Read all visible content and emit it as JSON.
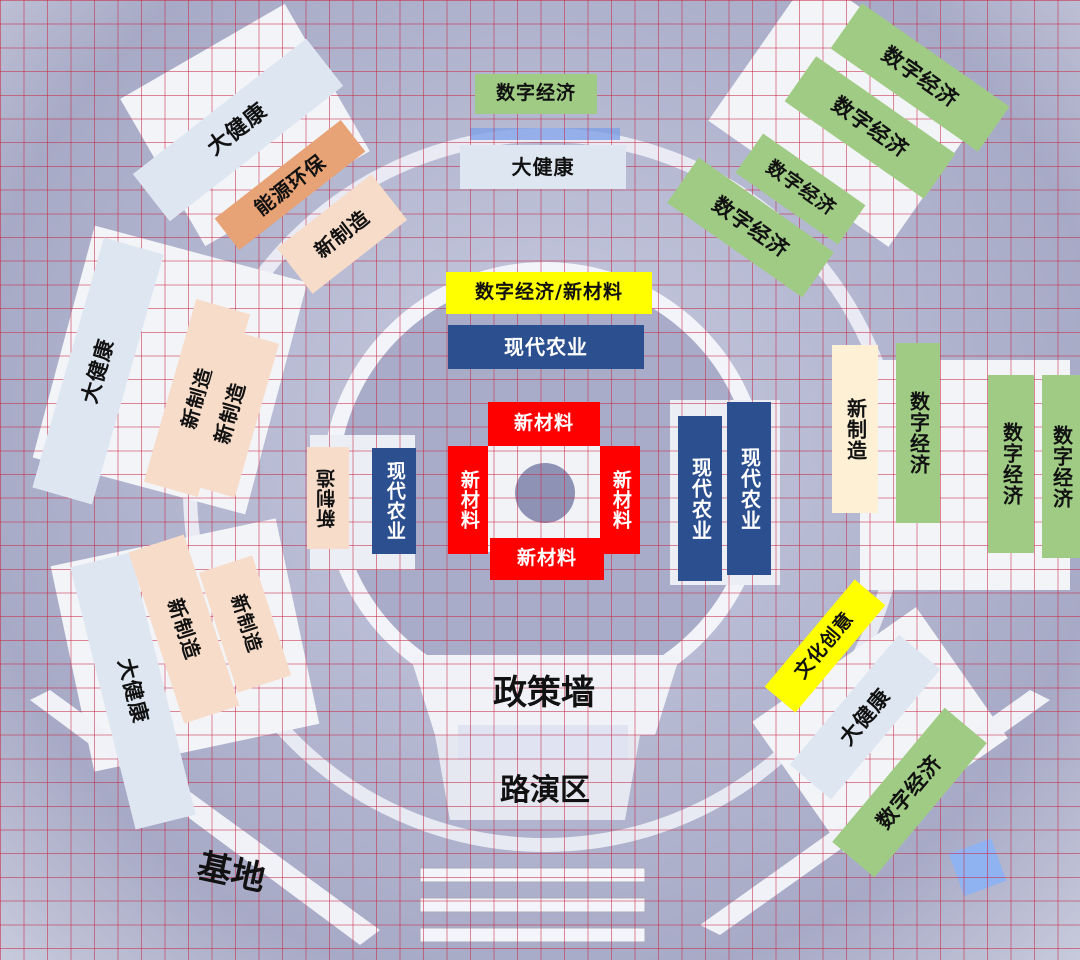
{
  "zones": {
    "dajiankang_top_left": "大健康",
    "nengyuan_huanbao": "能源环保",
    "xinzhizao_top_left": "新制造",
    "shuzi_top_center": "数字经济",
    "dajiankang_top_center": "大健康",
    "shuzi_tr_1": "数字经济",
    "shuzi_tr_2": "数字经济",
    "shuzi_tr_3": "数字经济",
    "shuzi_tr_4": "数字经济",
    "shuzi_xincailiao": "数字经济/新材料",
    "xiandai_nongye_top": "现代农业",
    "dajiankang_left": "大健康",
    "xinzhizao_left_1": "新制造",
    "xinzhizao_left_2": "新制造",
    "xinzhizao_inner_left": "新制造",
    "xiandai_nongye_inner_left": "现代农业",
    "xincailiao_top": "新材料",
    "xincailiao_left": "新材料",
    "xincailiao_right": "新材料",
    "xincailiao_bottom": "新材料",
    "xiandai_nongye_right_1": "现代农业",
    "xiandai_nongye_right_2": "现代农业",
    "xinzhizao_right": "新制造",
    "shuzi_right_1": "数字经济",
    "shuzi_right_2": "数字经济",
    "shuzi_right_3": "数字经济",
    "dajiankang_bottom_left": "大健康",
    "xinzhizao_bl_1": "新制造",
    "xinzhizao_bl_2": "新制造",
    "wenhua_chuangyi": "文化创意",
    "dajiankang_bottom_right": "大健康",
    "shuzi_bottom_right": "数字经济"
  },
  "areas": {
    "zhengce_qiang": "政策墙",
    "luyan_qu": "路演区",
    "jidi": "基地"
  },
  "colors": {
    "digital_economy": "#9fcb84",
    "health": "#dde6f1",
    "manufacturing": "#f7dcc9",
    "energy": "#e7a275",
    "agriculture": "#2b4f8f",
    "materials": "#ff0000",
    "highlight": "#ffff00",
    "grid": "#c82846"
  }
}
